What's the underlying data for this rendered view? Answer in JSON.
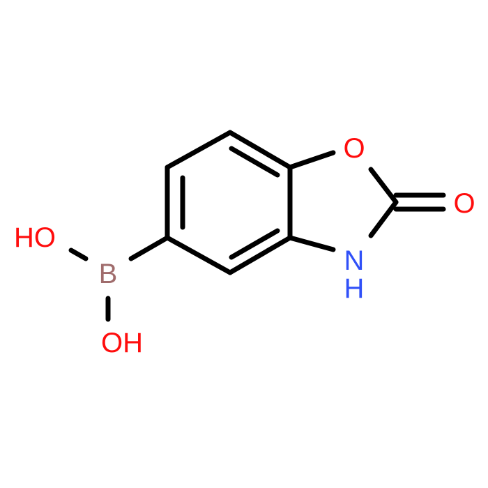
{
  "molecule": {
    "atoms": {
      "ring_oxygen": "O",
      "carbonyl_oxygen": "O",
      "nitrogen": "N",
      "nitrogen_hydrogen": "H",
      "boron": "B",
      "hydroxyl_upper": "HO",
      "hydroxyl_lower": "OH"
    }
  },
  "colors": {
    "bond": "#000000",
    "oxygen": "#ff0d0d",
    "nitrogen": "#3050f8",
    "boron": "#a06c6c"
  }
}
